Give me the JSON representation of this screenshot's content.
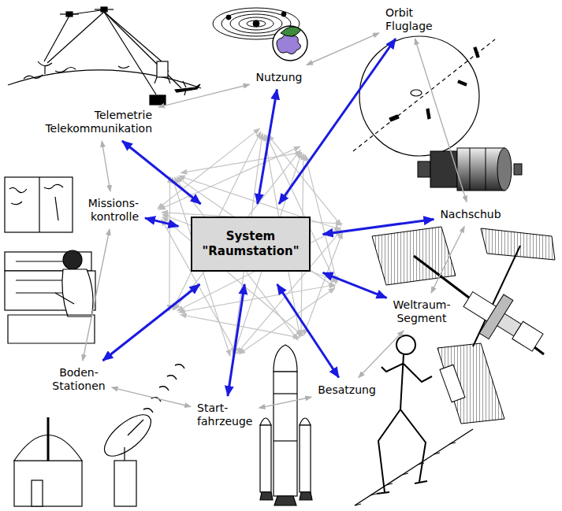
{
  "diagram": {
    "nodes": [
      {
        "text": [
          "Telemetrie Telekommunikation"
        ]
      },
      {
        "text": [
          "Nutzung"
        ]
      },
      {
        "text": [
          "Orbit Fluglage"
        ]
      },
      {
        "text": [
          "Missions- kontrolle"
        ]
      },
      {
        "text": [
          "System \"Raumstation\""
        ]
      },
      {
        "text": [
          "Nachschub"
        ]
      },
      {
        "text": [
          "Weltraum- Segment"
        ]
      },
      {
        "text": [
          "Boden- Stationen"
        ]
      },
      {
        "text": [
          "Besatzung"
        ]
      },
      {
        "text": [
          "Start- fahrzeuge"
        ]
      }
    ],
    "edges": [
      {
        "from": 4,
        "to": 0,
        "arrow": "both"
      },
      {
        "from": 4,
        "to": 1,
        "arrow": "both"
      },
      {
        "from": 4,
        "to": 2,
        "arrow": "both"
      },
      {
        "from": 4,
        "to": 3,
        "arrow": "both"
      },
      {
        "from": 4,
        "to": 5,
        "arrow": "both"
      },
      {
        "from": 4,
        "to": 6,
        "arrow": "both"
      },
      {
        "from": 4,
        "to": 7,
        "arrow": "both"
      },
      {
        "from": 4,
        "to": 8,
        "arrow": "both"
      },
      {
        "from": 4,
        "to": 9,
        "arrow": "both"
      },
      {
        "from": 0,
        "to": 1,
        "arrow": "both"
      },
      {
        "from": 1,
        "to": 2,
        "arrow": "both"
      },
      {
        "from": 2,
        "to": 5,
        "arrow": "both"
      },
      {
        "from": 5,
        "to": 6,
        "arrow": "both"
      },
      {
        "from": 6,
        "to": 8,
        "arrow": "both"
      },
      {
        "from": 8,
        "to": 9,
        "arrow": "both"
      },
      {
        "from": 9,
        "to": 7,
        "arrow": "both"
      },
      {
        "from": 7,
        "to": 3,
        "arrow": "both"
      },
      {
        "from": 3,
        "to": 0,
        "arrow": "both"
      }
    ]
  }
}
